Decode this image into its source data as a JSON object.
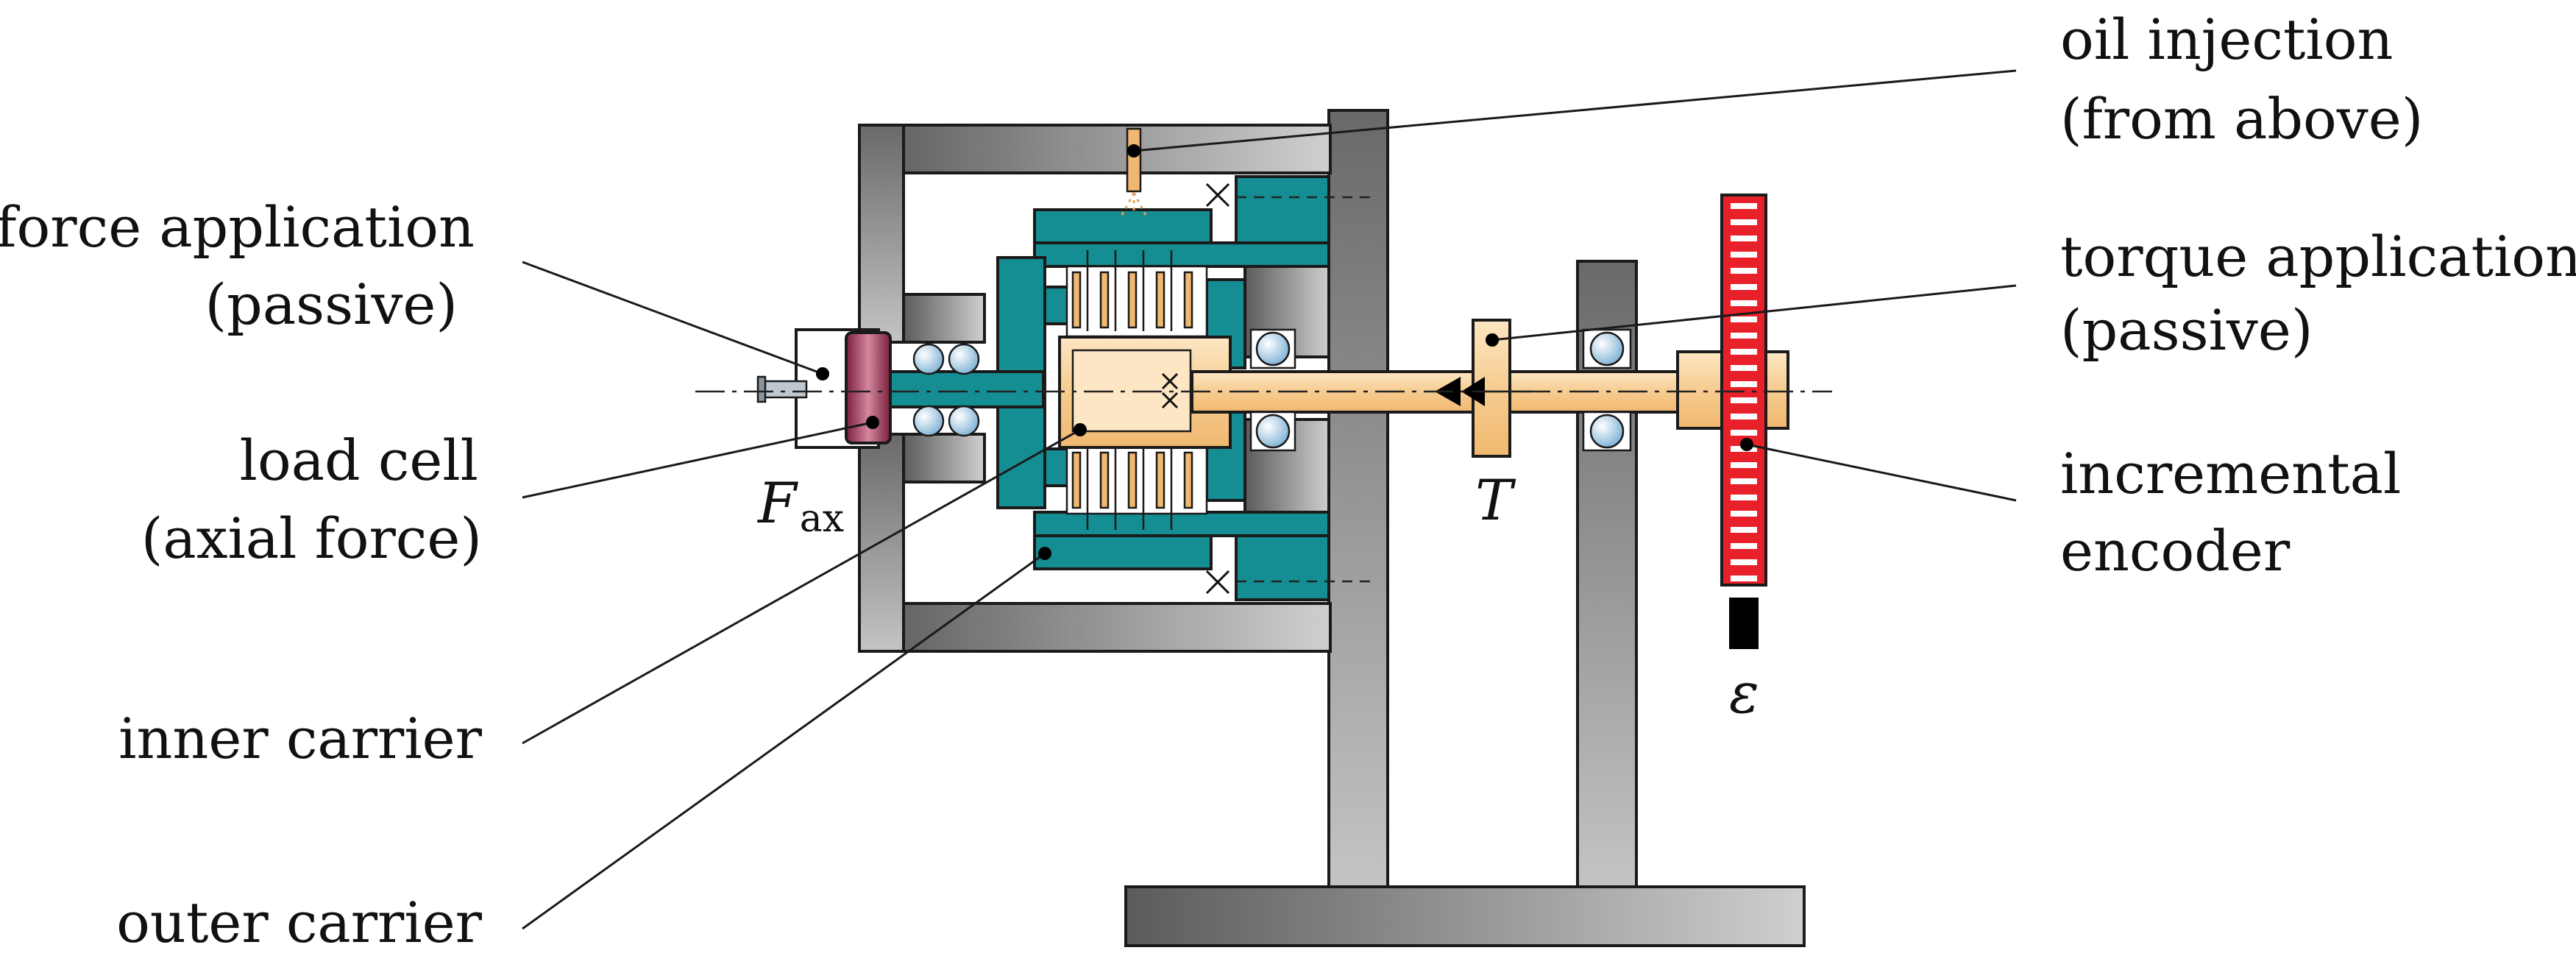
{
  "labels": {
    "oil_injection_line1": "oil injection",
    "oil_injection_line2": "(from above)",
    "force_application_line1": "force application",
    "force_application_line2": "(passive)",
    "torque_application_line1": "torque application",
    "torque_application_line2": "(passive)",
    "load_cell_line1": "load cell",
    "load_cell_line2": "(axial force)",
    "incremental_encoder_line1": "incremental",
    "incremental_encoder_line2": "encoder",
    "inner_carrier": "inner carrier",
    "outer_carrier": "outer carrier"
  },
  "symbols": {
    "axial_force": "F",
    "axial_force_subscript": "ax",
    "torque": "T",
    "encoder_angle": "ε"
  },
  "colors": {
    "frame_dark": "#5c5a5a",
    "frame_light": "#c9c9c9",
    "teal": "#148e92",
    "shaft": "#f6cc90",
    "shaft_light": "#fde6c3",
    "load_cell": "#a33a5a",
    "encoder_red": "#e8202a",
    "ball": "#a7cde6",
    "black": "#000000"
  }
}
